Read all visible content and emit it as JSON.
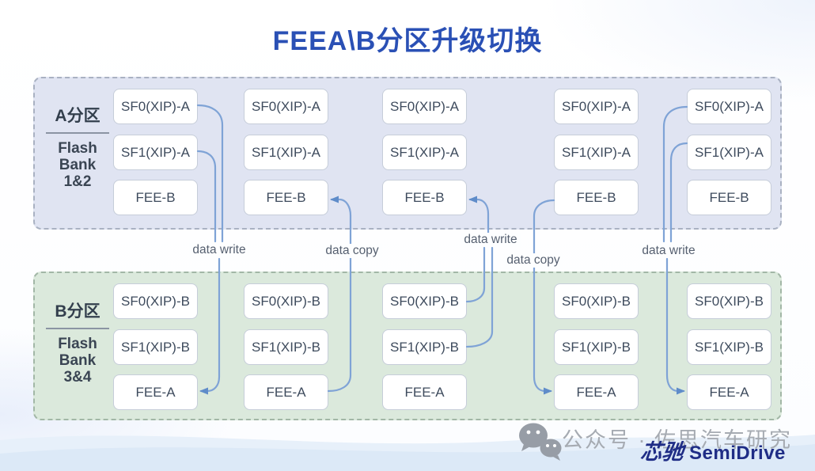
{
  "title": "FEEA\\B分区升级切换",
  "banks": {
    "a": {
      "zone": "A分区",
      "flash_lines": [
        "Flash",
        "Bank",
        "1&2"
      ],
      "columns": [
        {
          "rows": [
            "SF0(XIP)-A",
            "SF1(XIP)-A",
            "FEE-B"
          ]
        },
        {
          "rows": [
            "SF0(XIP)-A",
            "SF1(XIP)-A",
            "FEE-B"
          ]
        },
        {
          "rows": [
            "SF0(XIP)-A",
            "SF1(XIP)-A",
            "FEE-B"
          ]
        },
        {
          "rows": [
            "SF0(XIP)-A",
            "SF1(XIP)-A",
            "FEE-B"
          ]
        },
        {
          "rows": [
            "SF0(XIP)-A",
            "SF1(XIP)-A",
            "FEE-B"
          ]
        }
      ]
    },
    "b": {
      "zone": "B分区",
      "flash_lines": [
        "Flash",
        "Bank",
        "3&4"
      ],
      "columns": [
        {
          "rows": [
            "SF0(XIP)-B",
            "SF1(XIP)-B",
            "FEE-A"
          ]
        },
        {
          "rows": [
            "SF0(XIP)-B",
            "SF1(XIP)-B",
            "FEE-A"
          ]
        },
        {
          "rows": [
            "SF0(XIP)-B",
            "SF1(XIP)-B",
            "FEE-A"
          ]
        },
        {
          "rows": [
            "SF0(XIP)-B",
            "SF1(XIP)-B",
            "FEE-A"
          ]
        },
        {
          "rows": [
            "SF0(XIP)-B",
            "SF1(XIP)-B",
            "FEE-A"
          ]
        }
      ]
    }
  },
  "flow_labels": [
    {
      "label": "data write"
    },
    {
      "label": "data copy"
    },
    {
      "label": "data write"
    },
    {
      "label": "data copy"
    },
    {
      "label": "data write"
    }
  ],
  "watermark": {
    "text": "公众号 · 佐思汽车研究"
  },
  "logo": {
    "cn": "芯驰",
    "en": "SemiDrive"
  },
  "colors": {
    "title": "#2a50b5",
    "bank_a_fill": "#e0e4f2",
    "bank_b_fill": "#dbe9dc",
    "arrow_line": "#7fa3d6",
    "arrow_head": "#5f8cc9"
  }
}
